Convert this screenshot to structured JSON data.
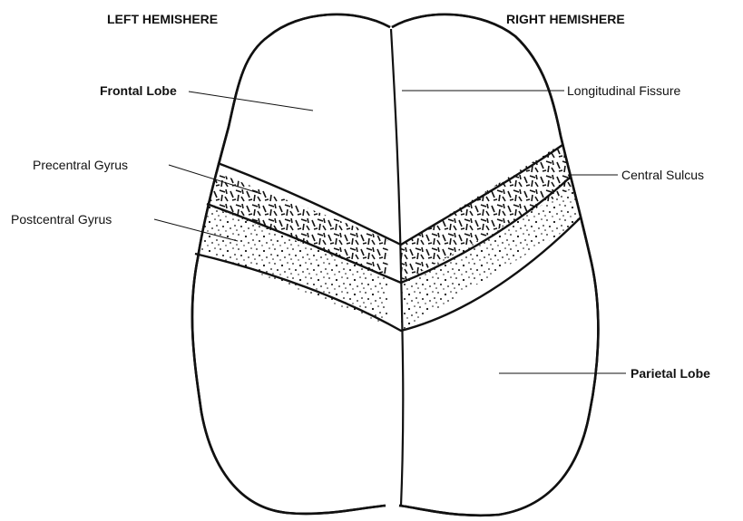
{
  "hemispheres": {
    "left": "LEFT HEMISHERE",
    "right": "RIGHT HEMISHERE"
  },
  "labels": {
    "frontal_lobe": "Frontal Lobe",
    "longitudinal_fissure": "Longitudinal Fissure",
    "precentral_gyrus": "Precentral Gyrus",
    "central_sulcus": "Central Sulcus",
    "postcentral_gyrus": "Postcentral Gyrus",
    "parietal_lobe": "Parietal Lobe"
  },
  "colors": {
    "line": "#111111",
    "background": "#ffffff"
  }
}
